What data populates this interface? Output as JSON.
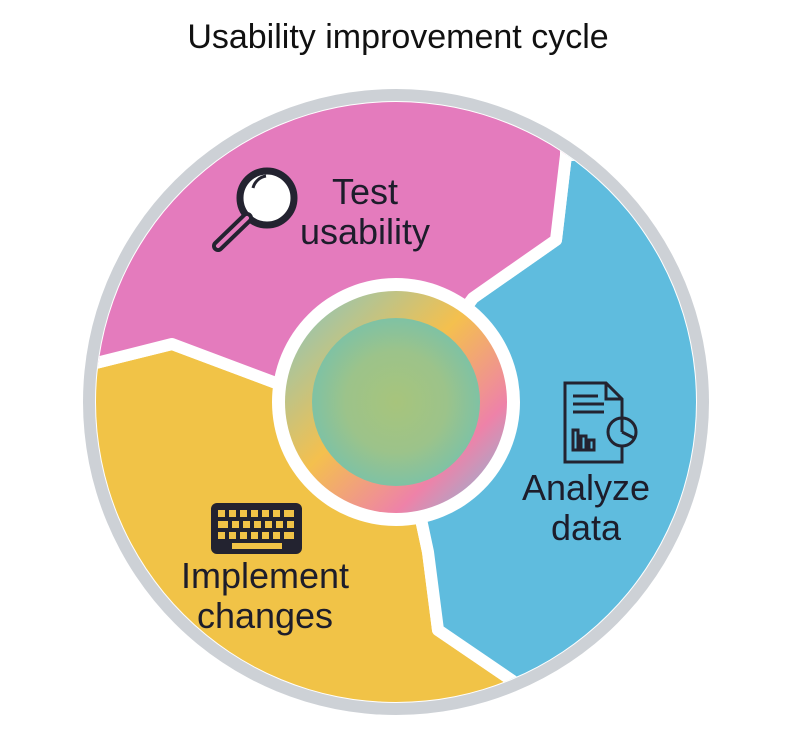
{
  "title": "Usability improvement cycle",
  "segments": [
    {
      "label_line1": "Test",
      "label_line2": "usability",
      "icon": "magnifier-icon",
      "color": "#e47bbd"
    },
    {
      "label_line1": "Analyze",
      "label_line2": "data",
      "icon": "document-chart-icon",
      "color": "#5fbcde"
    },
    {
      "label_line1": "Implement",
      "label_line2": "changes",
      "icon": "keyboard-icon",
      "color": "#f1c347"
    }
  ],
  "colors": {
    "ring": "#cdd1d6",
    "icon": "#232330"
  }
}
